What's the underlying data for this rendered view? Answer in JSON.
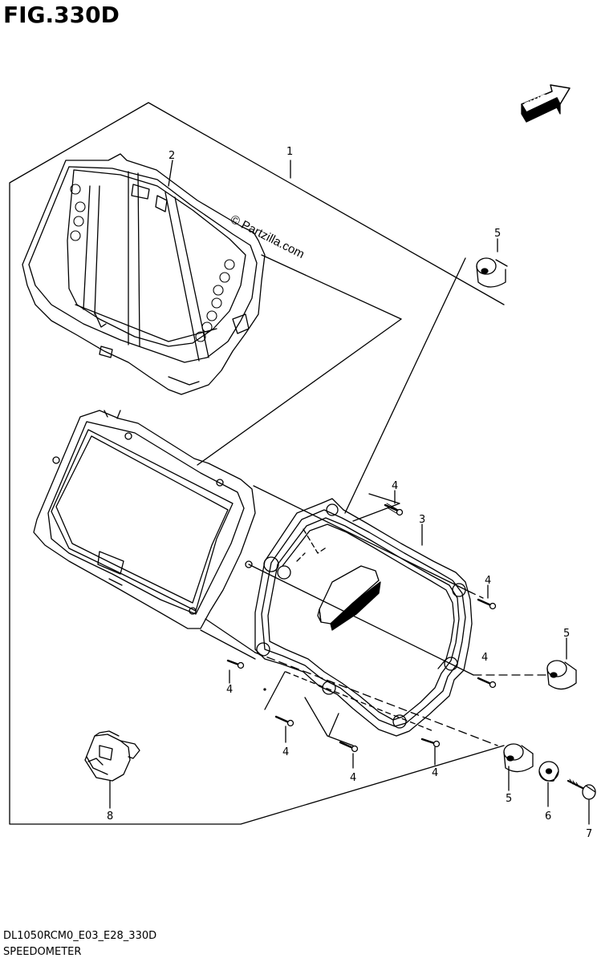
{
  "figure_title": "FIG.330D",
  "footer_code": "DL1050RCM0_E03_E28_330D",
  "footer_name": "SPEEDOMETER",
  "watermark": "© Partzilla.com",
  "fwd_label": "FWD",
  "callouts": {
    "c1": "1",
    "c2": "2",
    "c3": "3",
    "c4a": "4",
    "c4b": "4",
    "c4c": "4",
    "c4d": "4",
    "c4e": "4",
    "c4f": "4",
    "c4g": "4",
    "c5a": "5",
    "c5b": "5",
    "c5c": "5",
    "c6": "6",
    "c7": "7",
    "c8": "8"
  }
}
